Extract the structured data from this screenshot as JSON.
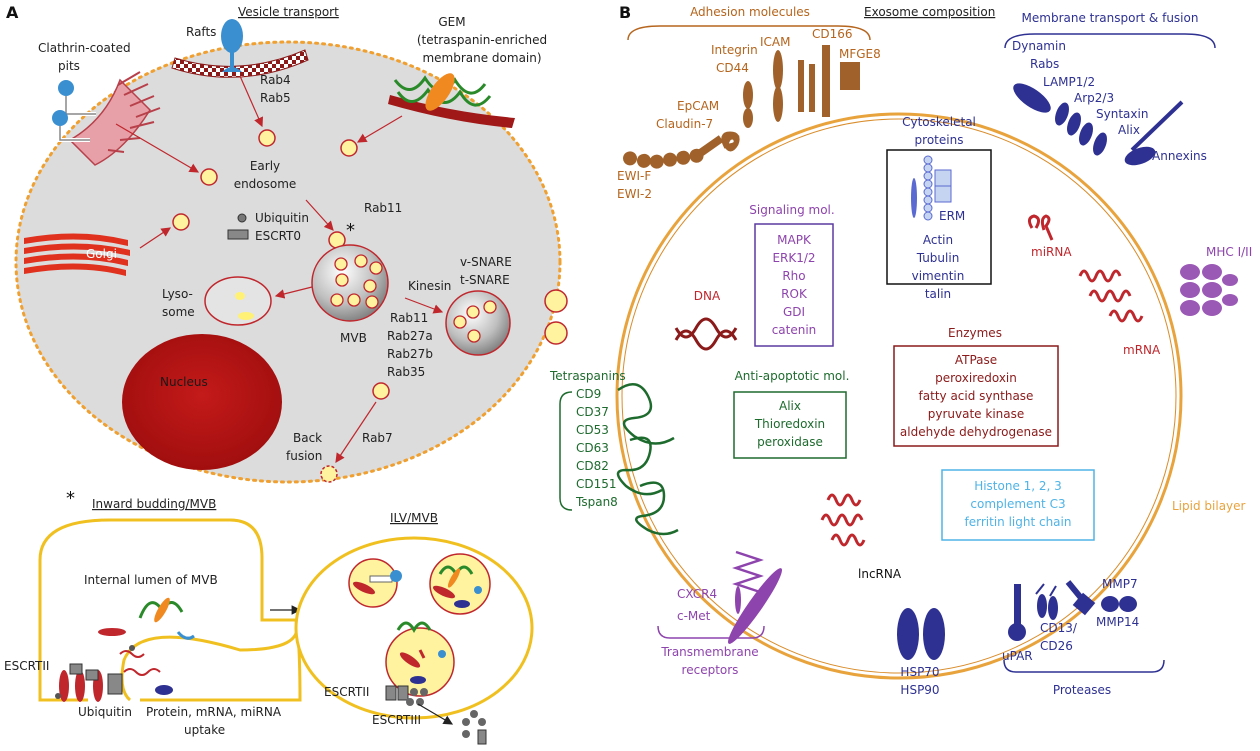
{
  "panel_a": {
    "label": "A",
    "header_vesicle": "Vesicle transport",
    "clathrin_1": "Clathrin-coated",
    "clathrin_2": "pits",
    "rafts": "Rafts",
    "gem_1": "GEM",
    "gem_2": "(tetraspanin-enriched",
    "gem_3": "membrane domain)",
    "rab4": "Rab4",
    "rab5": "Rab5",
    "early_1": "Early",
    "early_2": "endosome",
    "rab11_top": "Rab11",
    "ubiquitin": "Ubiquitin",
    "escrt0": "ESCRT0",
    "golgi": "Golgi",
    "lyso_1": "Lyso-",
    "lyso_2": "some",
    "kinesin": "Kinesin",
    "vsnare": "v-SNARE",
    "tsnare": "t-SNARE",
    "mvb": "MVB",
    "rab_list": [
      "Rab11",
      "Rab27a",
      "Rab27b",
      "Rab35"
    ],
    "nucleus": "Nucleus",
    "back_1": "Back",
    "back_2": "fusion",
    "rab7": "Rab7",
    "asterisk": "*",
    "inward": "Inward budding/MVB",
    "ilv": "ILV/MVB",
    "internal_lumen": "Internal lumen of MVB",
    "escrtii_left": "ESCRTII",
    "ubiquitin_bottom": "Ubiquitin",
    "uptake_1": "Protein, mRNA, miRNA",
    "uptake_2": "uptake",
    "escrtii_right": "ESCRTII",
    "escrtiii": "ESCRTIII"
  },
  "panel_b": {
    "label": "B",
    "adhesion": "Adhesion molecules",
    "exosome": "Exosome composition",
    "membrane_transport": "Membrane transport & fusion",
    "integrin": "Integrin",
    "cd44": "CD44",
    "icam": "ICAM",
    "cd166": "CD166",
    "mfge8": "MFGE8",
    "epcam": "EpCAM",
    "claudin": "Claudin-7",
    "ewif": "EWI-F",
    "ewi2": "EWI-2",
    "dynamin": "Dynamin",
    "rabs": "Rabs",
    "lamp": "LAMP1/2",
    "arp": "Arp2/3",
    "syntaxin": "Syntaxin",
    "alix_top": "Alix",
    "annexins": "Annexins",
    "cyto_1": "Cytoskeletal",
    "cyto_2": "proteins",
    "cyto_items": [
      "ERM",
      "Actin",
      "Tubulin",
      "vimentin",
      "talin"
    ],
    "signaling_title": "Signaling mol.",
    "signaling_items": [
      "MAPK",
      "ERK1/2",
      "Rho",
      "ROK",
      "GDI",
      "catenin"
    ],
    "mirna": "miRNA",
    "mhc": "MHC I/II",
    "dna": "DNA",
    "mrna": "mRNA",
    "enzymes_title": "Enzymes",
    "enzymes_items": [
      "ATPase",
      "peroxiredoxin",
      "fatty acid synthase",
      "pyruvate kinase",
      "aldehyde dehydrogenase"
    ],
    "antiapop_title": "Anti-apoptotic mol.",
    "antiapop_items": [
      "Alix",
      "Thioredoxin",
      "peroxidase"
    ],
    "tetra_title": "Tetraspanins",
    "tetra_items": [
      "CD9",
      "CD37",
      "CD53",
      "CD63",
      "CD82",
      "CD151",
      "Tspan8"
    ],
    "histone_items": [
      "Histone 1, 2, 3",
      "complement C3",
      "ferritin light chain"
    ],
    "lipid": "Lipid bilayer",
    "lncrna": "lncRNA",
    "cxcr4": "CXCR4",
    "cmet": "c-Met",
    "trans_1": "Transmembrane",
    "trans_2": "receptors",
    "hsp70": "HSP70",
    "hsp90": "HSP90",
    "upar": "uPAR",
    "cd13": "CD13/",
    "cd26": "CD26",
    "mmp7": "MMP7",
    "mmp14": "MMP14",
    "proteases": "Proteases"
  },
  "colors": {
    "brown": "#b5651d",
    "navy": "#2e3192",
    "purple": "#8e44ad",
    "green": "#1e6b2e",
    "red": "#c0272d",
    "cyan": "#4fb3e6",
    "membrane_orange": "#e8a33d",
    "cell_gray": "#dcdcdc",
    "vesicle_yellow": "#fff3a0"
  }
}
